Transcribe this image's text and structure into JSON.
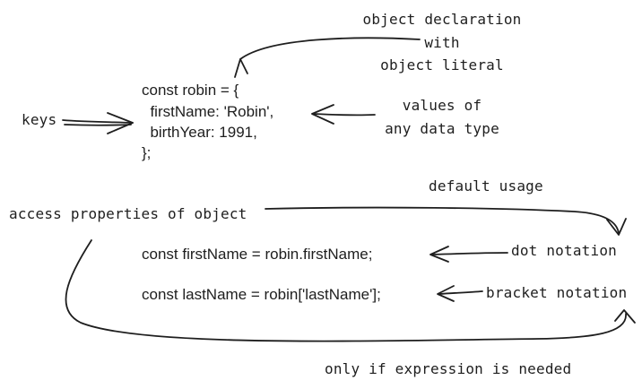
{
  "code_block": {
    "lines": [
      "const robin = {",
      "  firstName: 'Robin',",
      "  birthYear: 1991,",
      "};"
    ]
  },
  "access_lines": {
    "dot": "const firstName = robin.firstName;",
    "bracket": "const lastName = robin['lastName'];"
  },
  "annotations": {
    "object_declaration": [
      "object declaration",
      "with",
      "object literal"
    ],
    "keys": "keys",
    "values": [
      "values of",
      "any data type"
    ],
    "default_usage": "default usage",
    "access_properties": "access properties of object",
    "dot_notation": "dot notation",
    "bracket_notation": "bracket notation",
    "only_if_expression": "only if expression is needed"
  },
  "colors": {
    "ink": "#1e1e1e",
    "background": "#ffffff"
  }
}
